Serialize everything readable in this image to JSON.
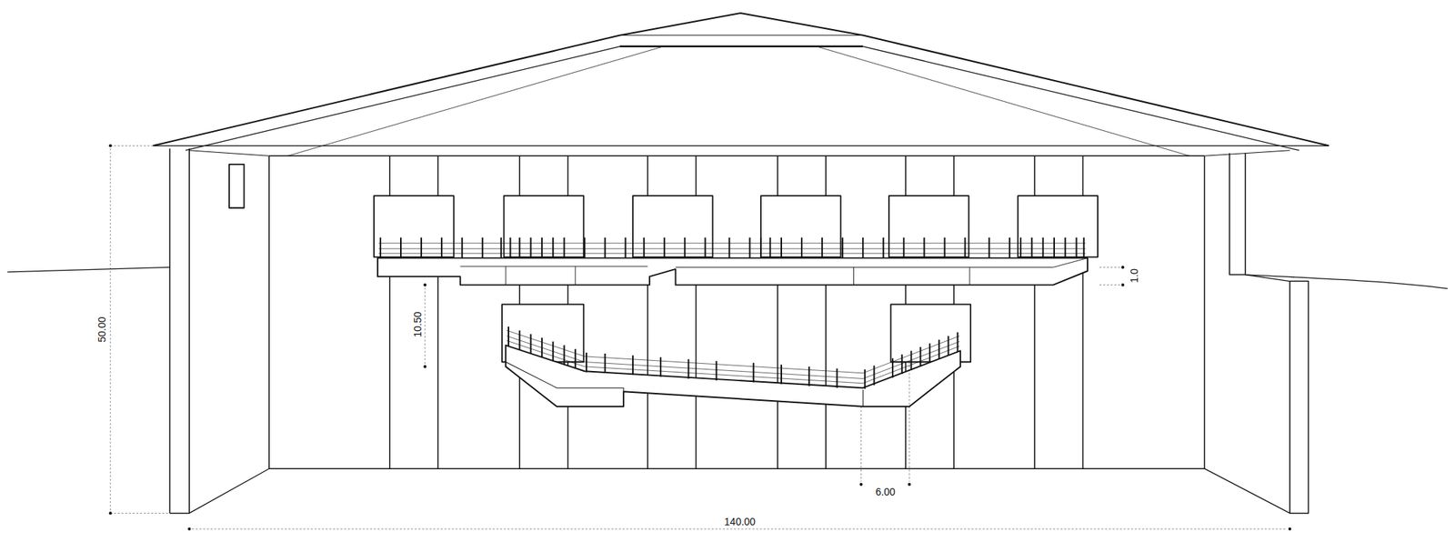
{
  "diagram": {
    "labels": [
      "50.00",
      "10.50",
      "1.0",
      "6.00",
      "140.00"
    ]
  }
}
